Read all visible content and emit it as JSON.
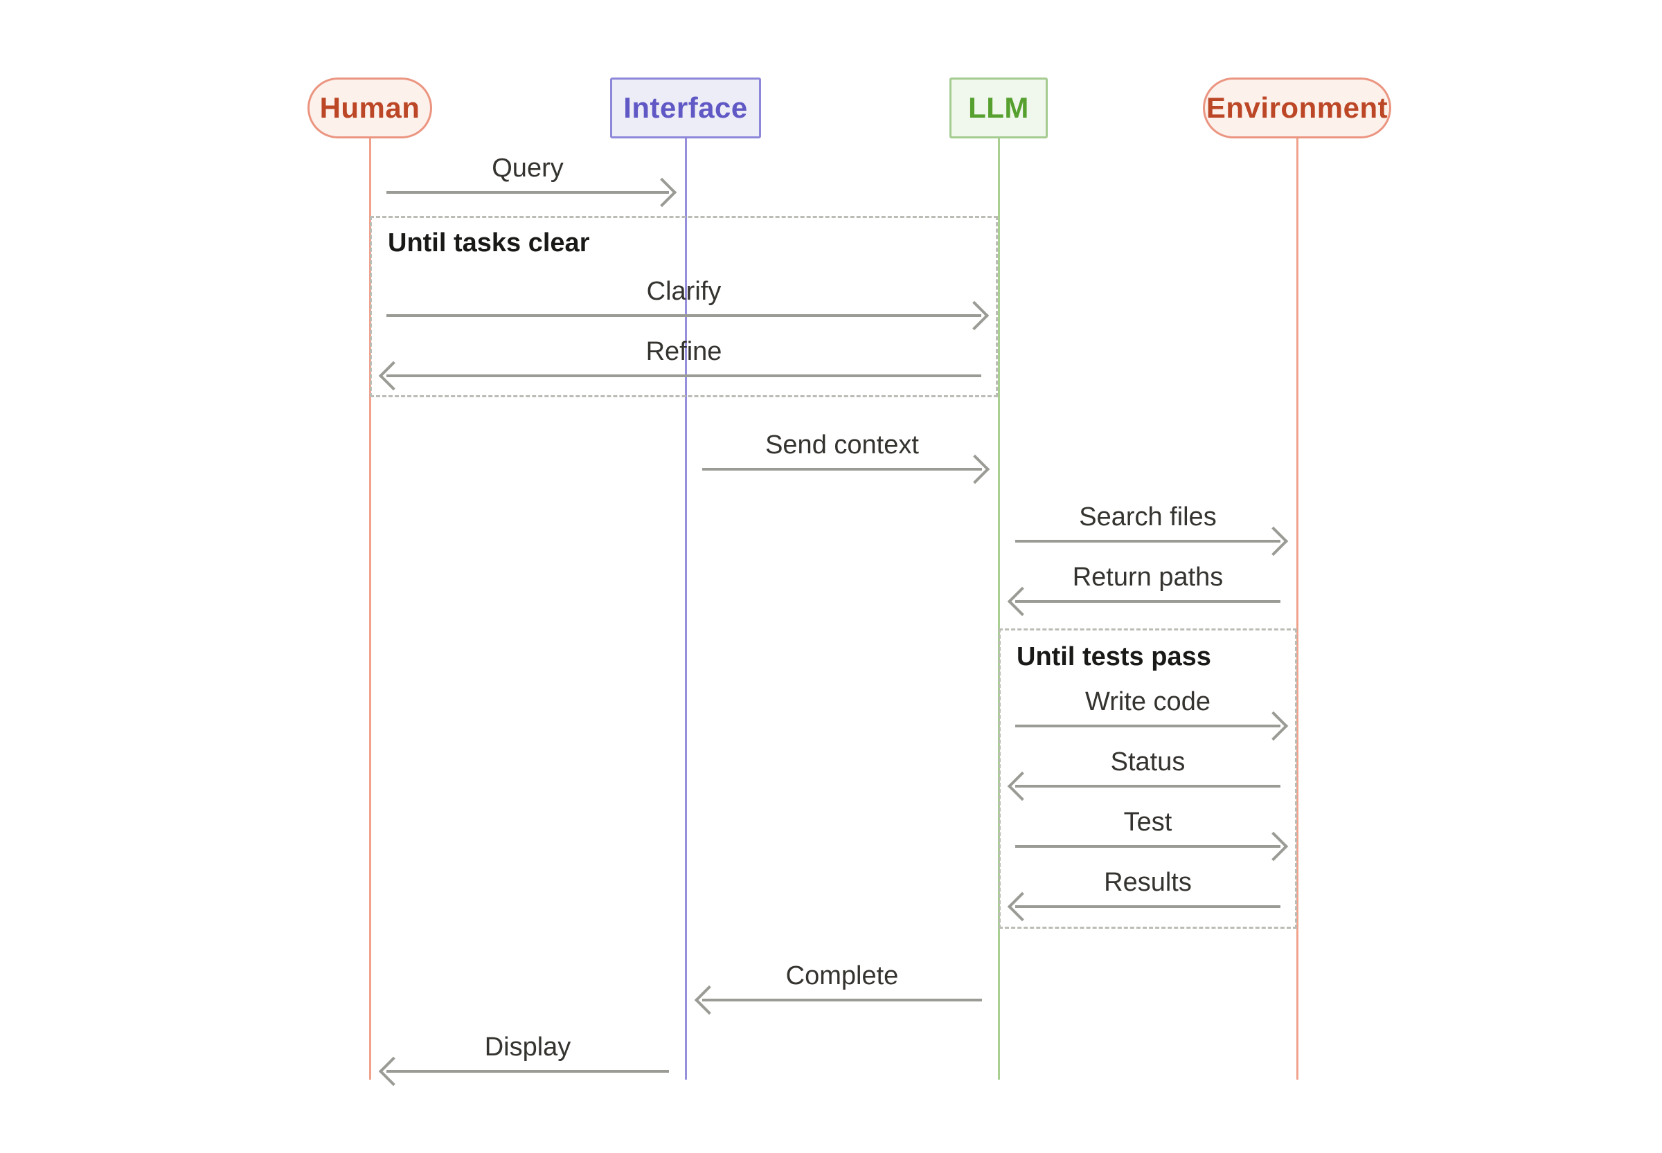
{
  "diagram": {
    "type": "sequence-diagram",
    "background_color": "#ffffff",
    "arrow_color": "#9b9b96",
    "loop_border_color": "#bcbcb6",
    "message_text_color": "#35332f",
    "loop_title_color": "#191917"
  },
  "actors": [
    {
      "id": "human",
      "label": "Human",
      "shape": "pill",
      "fill": "#fdf1ec",
      "border": "#eb9581",
      "text_color": "#bc4726"
    },
    {
      "id": "interface",
      "label": "Interface",
      "shape": "rect",
      "fill": "#ededf7",
      "border": "#8d87d9",
      "text_color": "#6059c5"
    },
    {
      "id": "llm",
      "label": "LLM",
      "shape": "rect",
      "fill": "#f0f7ec",
      "border": "#a5cc90",
      "text_color": "#55a02e"
    },
    {
      "id": "environment",
      "label": "Environment",
      "shape": "pill",
      "fill": "#fdf1ec",
      "border": "#eb9581",
      "text_color": "#bc4726"
    }
  ],
  "messages": [
    {
      "label": "Query",
      "from": "human",
      "to": "interface",
      "direction": "right"
    },
    {
      "label": "Clarify",
      "from": "human",
      "to": "llm",
      "direction": "right"
    },
    {
      "label": "Refine",
      "from": "llm",
      "to": "human",
      "direction": "left"
    },
    {
      "label": "Send context",
      "from": "interface",
      "to": "llm",
      "direction": "right"
    },
    {
      "label": "Search files",
      "from": "llm",
      "to": "environment",
      "direction": "right"
    },
    {
      "label": "Return paths",
      "from": "environment",
      "to": "llm",
      "direction": "left"
    },
    {
      "label": "Write code",
      "from": "llm",
      "to": "environment",
      "direction": "right"
    },
    {
      "label": "Status",
      "from": "environment",
      "to": "llm",
      "direction": "left"
    },
    {
      "label": "Test",
      "from": "llm",
      "to": "environment",
      "direction": "right"
    },
    {
      "label": "Results",
      "from": "environment",
      "to": "llm",
      "direction": "left"
    },
    {
      "label": "Complete",
      "from": "llm",
      "to": "interface",
      "direction": "left"
    },
    {
      "label": "Display",
      "from": "interface",
      "to": "human",
      "direction": "left"
    }
  ],
  "loops": [
    {
      "title": "Until tasks clear",
      "spans": [
        "human",
        "llm"
      ],
      "contains": [
        "Clarify",
        "Refine"
      ]
    },
    {
      "title": "Until tests pass",
      "spans": [
        "llm",
        "environment"
      ],
      "contains": [
        "Write code",
        "Status",
        "Test",
        "Results"
      ]
    }
  ]
}
